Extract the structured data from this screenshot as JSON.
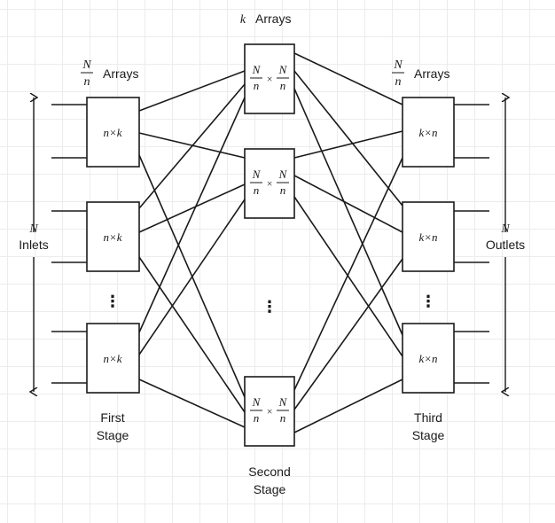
{
  "headers": {
    "first": {
      "fraction_num": "N",
      "fraction_den": "n",
      "text": "Arrays"
    },
    "middle": {
      "var": "k",
      "text": "Arrays"
    },
    "third": {
      "fraction_num": "N",
      "fraction_den": "n",
      "text": "Arrays"
    }
  },
  "inlets": {
    "var": "N",
    "text": "Inlets"
  },
  "outlets": {
    "var": "N",
    "text": "Outlets"
  },
  "first_stage": {
    "box_label": "n×k",
    "caption_line1": "First",
    "caption_line2": "Stage",
    "ellipsis": "⋮"
  },
  "second_stage": {
    "frac_num": "N",
    "frac_den": "n",
    "times": "×",
    "caption_line1": "Second",
    "caption_line2": "Stage",
    "ellipsis": "⋮"
  },
  "third_stage": {
    "box_label": "k×n",
    "caption_line1": "Third",
    "caption_line2": "Stage",
    "ellipsis": "⋮"
  }
}
